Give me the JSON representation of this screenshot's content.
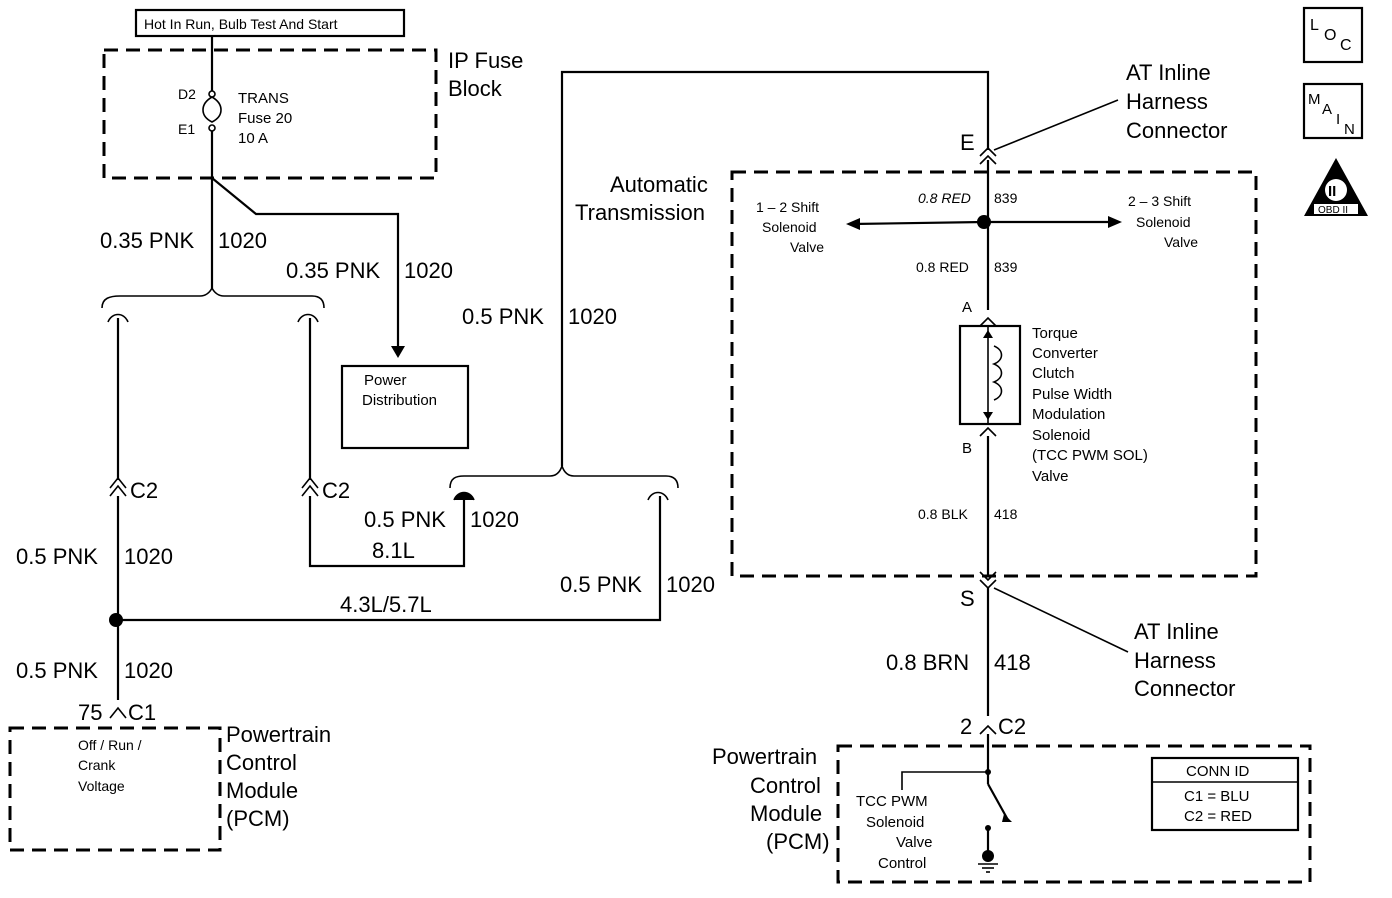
{
  "power_label": "Hot In Run, Bulb Test And Start",
  "fuse_block": {
    "title_line1": "IP Fuse",
    "title_line2": "Block",
    "pin_top": "D2",
    "pin_bottom": "E1",
    "fuse_line1": "TRANS",
    "fuse_line2": "Fuse 20",
    "fuse_line3": "10 A"
  },
  "wires": {
    "w_left_main": "0.35 PNK",
    "c_left_main": "1020",
    "w_power_dist": "0.35 PNK",
    "c_power_dist": "1020",
    "w_trans_feed": "0.5 PNK",
    "c_trans_feed": "1020",
    "w_81": "0.5 PNK",
    "c_81": "1020",
    "w_left_mid": "0.5 PNK",
    "c_left_mid": "1020",
    "w_4357": "0.5 PNK",
    "c_4357": "1020",
    "w_left_low": "0.5 PNK",
    "c_left_low": "1020",
    "w_red_top": "0.8 RED",
    "c_red_top": "839",
    "w_red_low": "0.8 RED",
    "c_red_low": "839",
    "w_blk": "0.8 BLK",
    "c_blk": "418",
    "w_brn": "0.8 BRN",
    "c_brn": "418"
  },
  "engine_labels": {
    "e81": "8.1L",
    "e4357": "4.3L/5.7L"
  },
  "connectors": {
    "c2_left": "C2",
    "c2_mid": "C2",
    "c1_pin": "75",
    "c1": "C1",
    "e": "E",
    "s": "S",
    "c2_pcm_pin": "2",
    "c2_pcm": "C2",
    "pin_a": "A",
    "pin_b": "B"
  },
  "power_distribution": {
    "line1": "Power",
    "line2": "Distribution"
  },
  "pcm_left": {
    "title": [
      "Powertrain",
      "Control",
      "Module",
      "(PCM)"
    ],
    "inner": [
      "Off / Run /",
      "Crank",
      "Voltage"
    ]
  },
  "pcm_right": {
    "title": [
      "Powertrain",
      "Control",
      "Module",
      "(PCM)"
    ],
    "inner": [
      "TCC PWM",
      "Solenoid",
      "Valve",
      "Control"
    ]
  },
  "at_label": {
    "line1": "Automatic",
    "line2": "Transmission"
  },
  "harness_top": [
    "AT Inline",
    "Harness",
    "Connector"
  ],
  "harness_bottom": [
    "AT Inline",
    "Harness",
    "Connector"
  ],
  "shift_12": [
    "1 – 2 Shift",
    "Solenoid",
    "Valve"
  ],
  "shift_23": [
    "2 – 3 Shift",
    "Solenoid",
    "Valve"
  ],
  "tcc": [
    "Torque",
    "Converter",
    "Clutch",
    "Pulse Width",
    "Modulation",
    "Solenoid",
    "(TCC PWM SOL)",
    "Valve"
  ],
  "conn_id": {
    "title": "CONN ID",
    "row1": "C1 = BLU",
    "row2": "C2 = RED"
  },
  "icons": {
    "loc": [
      "L",
      "O",
      "C"
    ],
    "main": [
      "M",
      "A",
      "I",
      "N"
    ],
    "obd_mark": "II",
    "obd_label": "OBD II"
  }
}
